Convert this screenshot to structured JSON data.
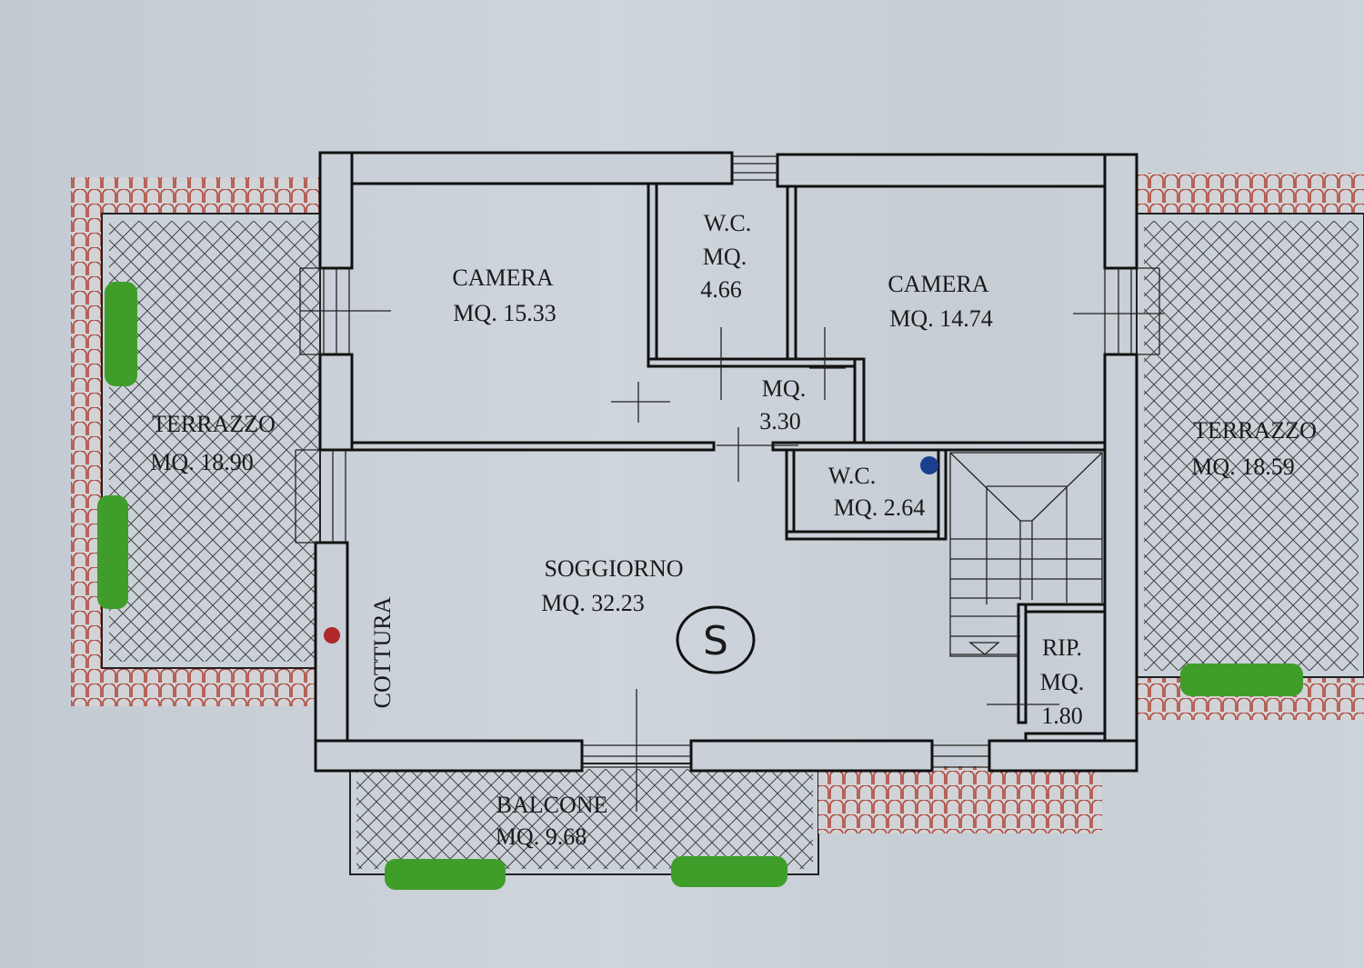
{
  "plan": {
    "rooms": [
      {
        "id": "camera-1",
        "name": "CAMERA",
        "area": "MQ. 15.33"
      },
      {
        "id": "wc-1",
        "name": "W.C.",
        "area_label": "MQ.",
        "area_value": "4.66"
      },
      {
        "id": "camera-2",
        "name": "CAMERA",
        "area": "MQ. 14.74"
      },
      {
        "id": "hallway",
        "area_label": "MQ.",
        "area_value": "3.30"
      },
      {
        "id": "wc-2",
        "name": "W.C.",
        "area": "MQ. 2.64"
      },
      {
        "id": "soggiorno",
        "name": "SOGGIORNO",
        "area": "MQ. 32.23"
      },
      {
        "id": "cottura",
        "name": "COTTURA"
      },
      {
        "id": "terrazzo-left",
        "name": "TERRAZZO",
        "area": "MQ. 18.90"
      },
      {
        "id": "terrazzo-right",
        "name": "TERRAZZO",
        "area": "MQ. 18.59"
      },
      {
        "id": "ripostiglio",
        "name": "RIP.",
        "area_label": "MQ.",
        "area_value": "1.80"
      },
      {
        "id": "balcone",
        "name": "BALCONE",
        "area": "MQ. 9.68"
      }
    ],
    "handwritten_mark": "S",
    "colors": {
      "wall": "#111111",
      "tile": "#b0463a",
      "plant": "#3f9e2a",
      "red_dot": "#b0282a",
      "blue_dot": "#1b3f8f",
      "paper": "#c9d0d7"
    }
  }
}
